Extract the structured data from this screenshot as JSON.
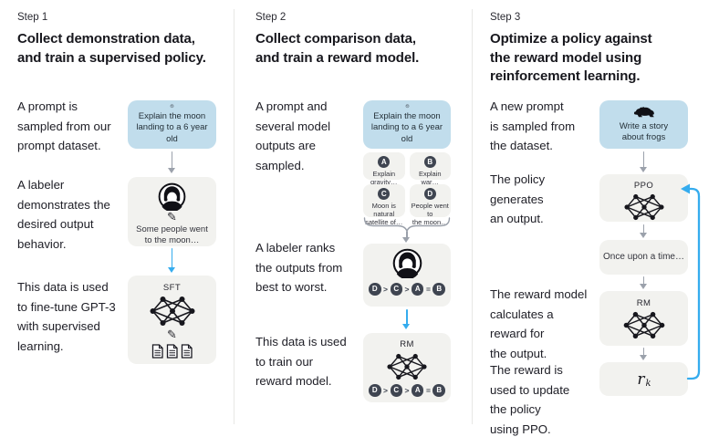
{
  "colors": {
    "prompt_box_blue": "#c1ddec",
    "panel_gray": "#f2f2ef",
    "badge_dark": "#3f4551",
    "arrow_gray": "#9ba1ab",
    "arrow_blue": "#35acee",
    "text_dark": "#17171d"
  },
  "icons": {
    "pencil": "✎",
    "moon": "moon-icon",
    "labeler": "labeler-avatar-icon",
    "network": "neural-network-icon",
    "documents": "documents-icon",
    "frog": "frog-icon"
  },
  "steps": [
    {
      "label": "Step 1",
      "title": "Collect demonstration data,\nand train a supervised policy.",
      "annotations": [
        "A prompt is\nsampled from our\nprompt dataset.",
        "A labeler\ndemonstrates the\ndesired output\nbehavior.",
        "This data is used\nto fine-tune GPT-3\nwith supervised\nlearning."
      ],
      "prompt_box": {
        "icon": "moon-icon",
        "text": "Explain the moon\nlanding to a 6 year old"
      },
      "labeler_box": {
        "icon": "labeler-avatar-icon",
        "text": "Some people went\nto the moon…"
      },
      "model_box": {
        "label": "SFT",
        "icon": "neural-network-icon"
      }
    },
    {
      "label": "Step 2",
      "title": "Collect comparison data,\nand train a reward model.",
      "annotations": [
        "A prompt and\nseveral model\noutputs are\nsampled.",
        "A labeler ranks\nthe outputs from\nbest to worst.",
        "This data is used\nto train our\nreward model."
      ],
      "prompt_box": {
        "icon": "moon-icon",
        "text": "Explain the moon\nlanding to a 6 year old"
      },
      "outputs": [
        {
          "badge": "A",
          "text": "Explain gravity…"
        },
        {
          "badge": "B",
          "text": "Explain war…"
        },
        {
          "badge": "C",
          "text": "Moon is natural\nsatellite of…"
        },
        {
          "badge": "D",
          "text": "People went to\nthe moon…"
        }
      ],
      "ranking": {
        "badges": [
          "D",
          "C",
          "A",
          "B"
        ],
        "separators": [
          ">",
          ">",
          "="
        ]
      },
      "model_box": {
        "label": "RM",
        "icon": "neural-network-icon"
      }
    },
    {
      "label": "Step 3",
      "title": "Optimize a policy against\nthe reward model using\nreinforcement learning.",
      "annotations": [
        "A new prompt\nis sampled from\nthe dataset.",
        "The policy\ngenerates\nan output.",
        "The reward model\ncalculates a\nreward for\nthe output.",
        "The reward is\nused to update\nthe policy\nusing PPO."
      ],
      "prompt_box": {
        "icon": "frog-icon",
        "text": "Write a story\nabout frogs"
      },
      "policy_box": {
        "label": "PPO",
        "icon": "neural-network-icon"
      },
      "output_box": {
        "text": "Once upon a time…"
      },
      "rm_box": {
        "label": "RM",
        "icon": "neural-network-icon"
      },
      "reward_box": {
        "symbol": "r",
        "subscript": "k"
      }
    }
  ]
}
